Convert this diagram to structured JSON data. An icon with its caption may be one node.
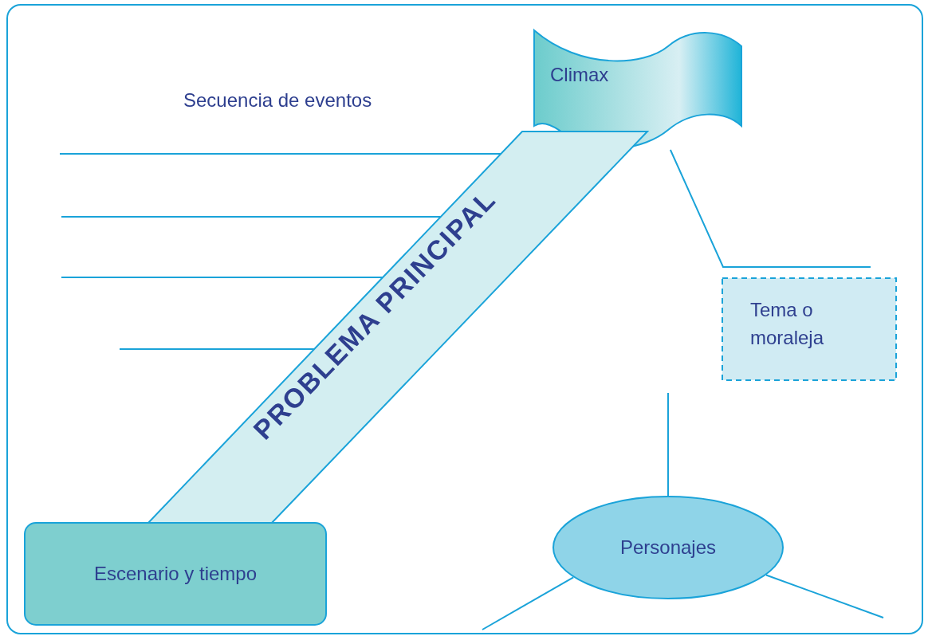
{
  "diagram": {
    "nodes": [
      {
        "text": [
          "Climax"
        ]
      },
      {
        "text": [
          "PROBLEMA PRINCIPAL"
        ]
      },
      {
        "text": [
          "Tema o moraleja"
        ]
      },
      {
        "text": [
          "Personajes"
        ]
      },
      {
        "text": [
          "Escenario y tiempo"
        ]
      }
    ],
    "edges": [
      {
        "from": null,
        "to": 1,
        "arrow": "none"
      },
      {
        "from": null,
        "to": 1,
        "arrow": "none"
      },
      {
        "from": null,
        "to": 1,
        "arrow": "none"
      },
      {
        "from": null,
        "to": 1,
        "arrow": "none"
      },
      {
        "from": 0,
        "to": null,
        "arrow": "none"
      },
      {
        "from": 3,
        "to": null,
        "arrow": "none"
      },
      {
        "from": 3,
        "to": null,
        "arrow": "none"
      },
      {
        "from": 3,
        "to": null,
        "arrow": "none"
      }
    ],
    "labels": [
      "Secuencia de eventos"
    ]
  }
}
